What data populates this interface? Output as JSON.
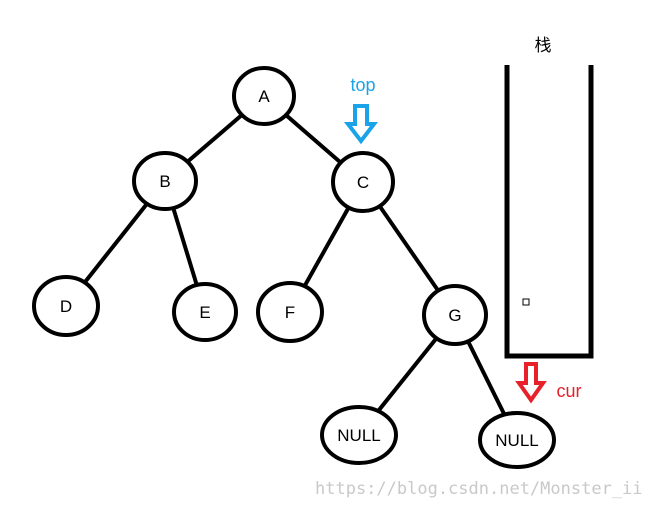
{
  "tree": {
    "nodes": [
      {
        "id": "A",
        "label": "A"
      },
      {
        "id": "B",
        "label": "B"
      },
      {
        "id": "C",
        "label": "C"
      },
      {
        "id": "D",
        "label": "D"
      },
      {
        "id": "E",
        "label": "E"
      },
      {
        "id": "F",
        "label": "F"
      },
      {
        "id": "G",
        "label": "G"
      },
      {
        "id": "N1",
        "label": "NULL"
      },
      {
        "id": "N2",
        "label": "NULL"
      }
    ],
    "edges": [
      [
        "A",
        "B"
      ],
      [
        "A",
        "C"
      ],
      [
        "B",
        "D"
      ],
      [
        "B",
        "E"
      ],
      [
        "C",
        "F"
      ],
      [
        "C",
        "G"
      ],
      [
        "G",
        "N1"
      ],
      [
        "G",
        "N2"
      ]
    ]
  },
  "stack": {
    "title": "栈"
  },
  "pointers": {
    "top": {
      "label": "top",
      "color": "#1aa3e8"
    },
    "cur": {
      "label": "cur",
      "color": "#e8202a"
    }
  },
  "watermark": "https://blog.csdn.net/Monster_ii"
}
